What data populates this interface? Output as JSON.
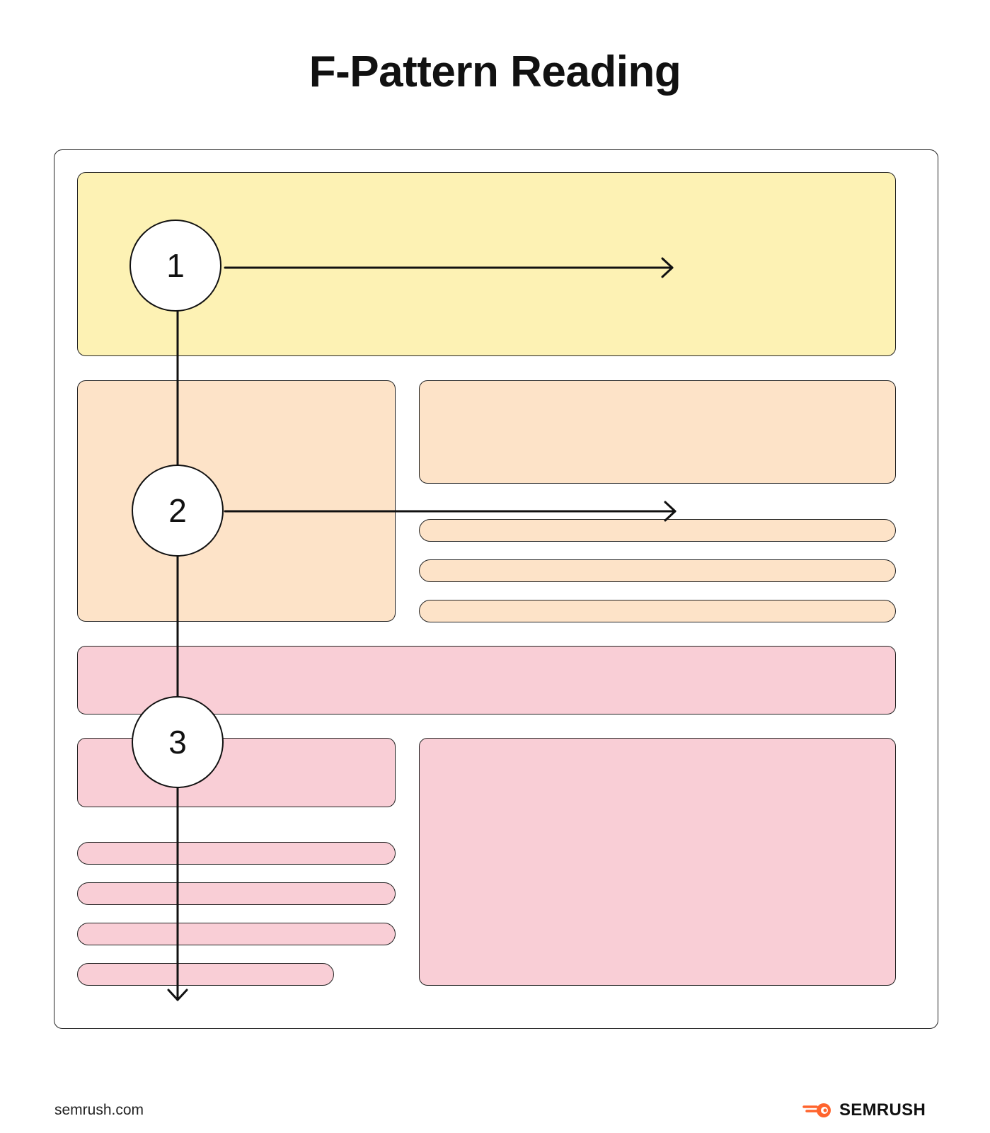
{
  "title": "F-Pattern Reading",
  "steps": [
    "1",
    "2",
    "3"
  ],
  "footer": {
    "site": "semrush.com",
    "brand": "SEMRUSH"
  },
  "colors": {
    "yellow": "#fdf2b4",
    "orange": "#fde3c8",
    "pink": "#f9ced6",
    "brand_orange": "#ff642d"
  }
}
